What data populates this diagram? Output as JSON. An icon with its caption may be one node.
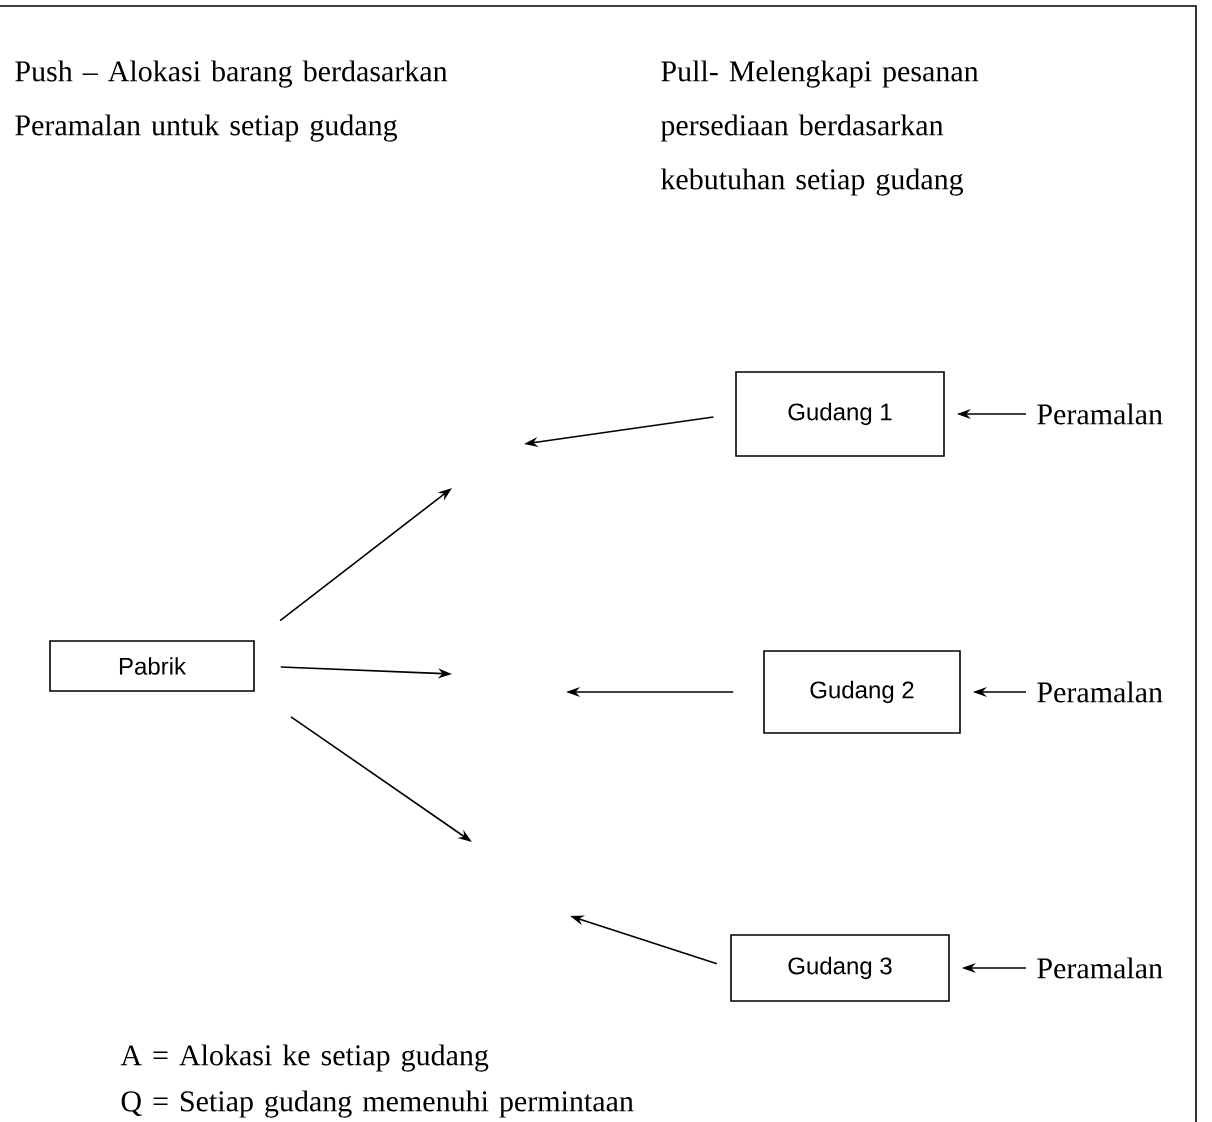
{
  "diagram": {
    "nodes": [
      {
        "text": [
          "Pabrik"
        ]
      },
      {
        "text": [
          "Gudang  1"
        ]
      },
      {
        "text": [
          "Gudang 2"
        ]
      },
      {
        "text": [
          "Gudang 3"
        ]
      },
      {
        "text": [
          "Peramalan"
        ]
      },
      {
        "text": [
          "Peramalan"
        ]
      },
      {
        "text": [
          "Peramalan"
        ]
      }
    ],
    "edges": [
      {
        "from": 0,
        "to": null,
        "arrow": "to"
      },
      {
        "from": 0,
        "to": null,
        "arrow": "to"
      },
      {
        "from": 0,
        "to": null,
        "arrow": "to"
      },
      {
        "from": 1,
        "to": null,
        "arrow": "to"
      },
      {
        "from": 2,
        "to": null,
        "arrow": "to"
      },
      {
        "from": 3,
        "to": null,
        "arrow": "to"
      },
      {
        "from": 4,
        "to": 1,
        "arrow": "to"
      },
      {
        "from": 5,
        "to": 2,
        "arrow": "to"
      },
      {
        "from": 6,
        "to": 3,
        "arrow": "to"
      }
    ],
    "labels": [
      "Push – Alokasi barang berdasarkan Peramalan untuk setiap gudang",
      "Pull- Melengkapi pesanan persediaan berdasarkan kebutuhan setiap gudang",
      "A = Alokasi ke setiap gudang",
      "Q = Setiap gudang memenuhi permintaan"
    ]
  }
}
